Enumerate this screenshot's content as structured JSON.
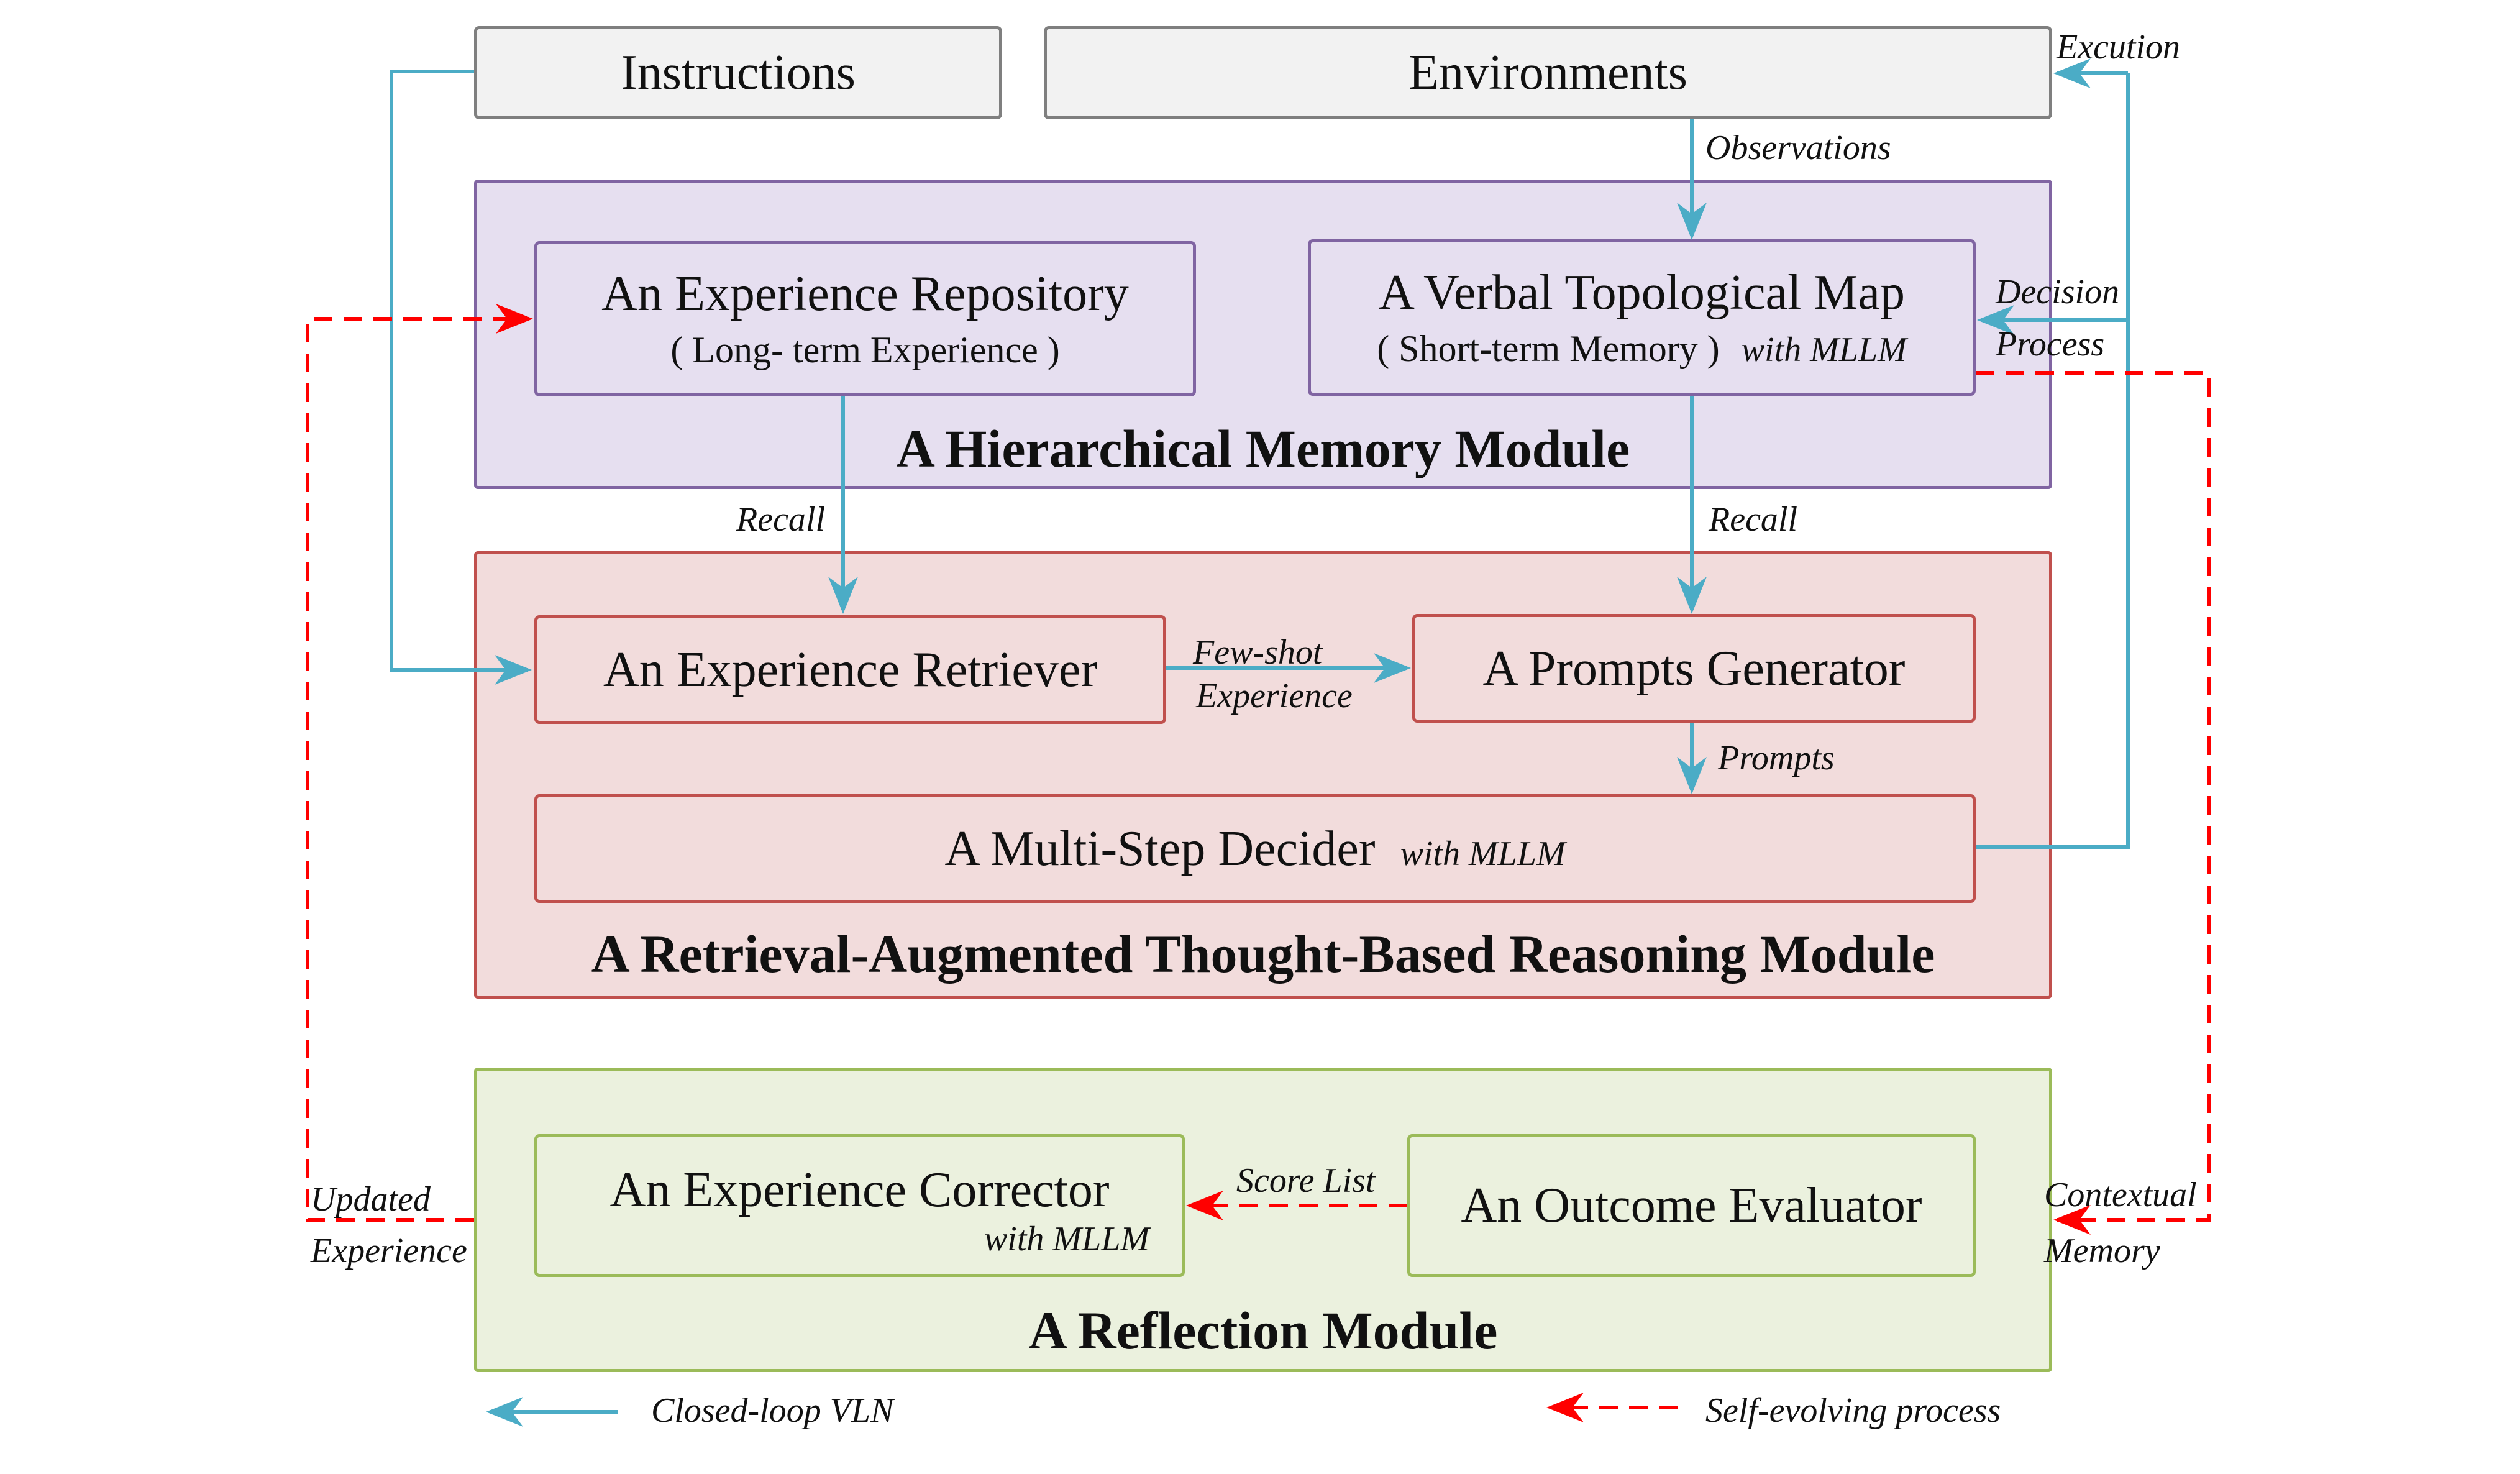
{
  "top": {
    "instructions": "Instructions",
    "environments": "Environments"
  },
  "memory_module": {
    "title": "A Hierarchical Memory Module",
    "repository": {
      "title": "An Experience Repository",
      "subtitle": "( Long- term Experience )"
    },
    "map": {
      "title": "A Verbal Topological Map",
      "subtitle": "( Short-term Memory )",
      "tag": "with MLLM"
    }
  },
  "reasoning_module": {
    "title": "A Retrieval-Augmented Thought-Based Reasoning Module",
    "retriever": "An Experience Retriever",
    "generator": "A Prompts Generator",
    "decider": {
      "title": "A Multi-Step Decider",
      "tag": "with MLLM"
    }
  },
  "reflection_module": {
    "title": "A Reflection Module",
    "corrector": {
      "title": "An Experience Corrector",
      "tag": "with MLLM"
    },
    "evaluator": "An Outcome Evaluator"
  },
  "edge_labels": {
    "excution": "Excution",
    "observations": "Observations",
    "decision": "Decision",
    "process": "Process",
    "recall_left": "Recall",
    "recall_right": "Recall",
    "few_shot": "Few-shot",
    "experience": "Experience",
    "prompts": "Prompts",
    "score_list": "Score List",
    "updated": "Updated",
    "updated_experience": "Experience",
    "contextual": "Contextual",
    "memory": "Memory"
  },
  "legend": {
    "closed_loop": "Closed-loop VLN",
    "self_evolving": "Self-evolving process"
  },
  "colors": {
    "blue_arrow": "#4bacc6",
    "red_dashed": "#ff0000",
    "memory_fill": "#e6dff0",
    "memory_border": "#8064a2",
    "reasoning_fill": "#f2dcdc",
    "reasoning_border": "#c0504d",
    "reflection_fill": "#ebf1de",
    "reflection_border": "#9bbb59"
  }
}
